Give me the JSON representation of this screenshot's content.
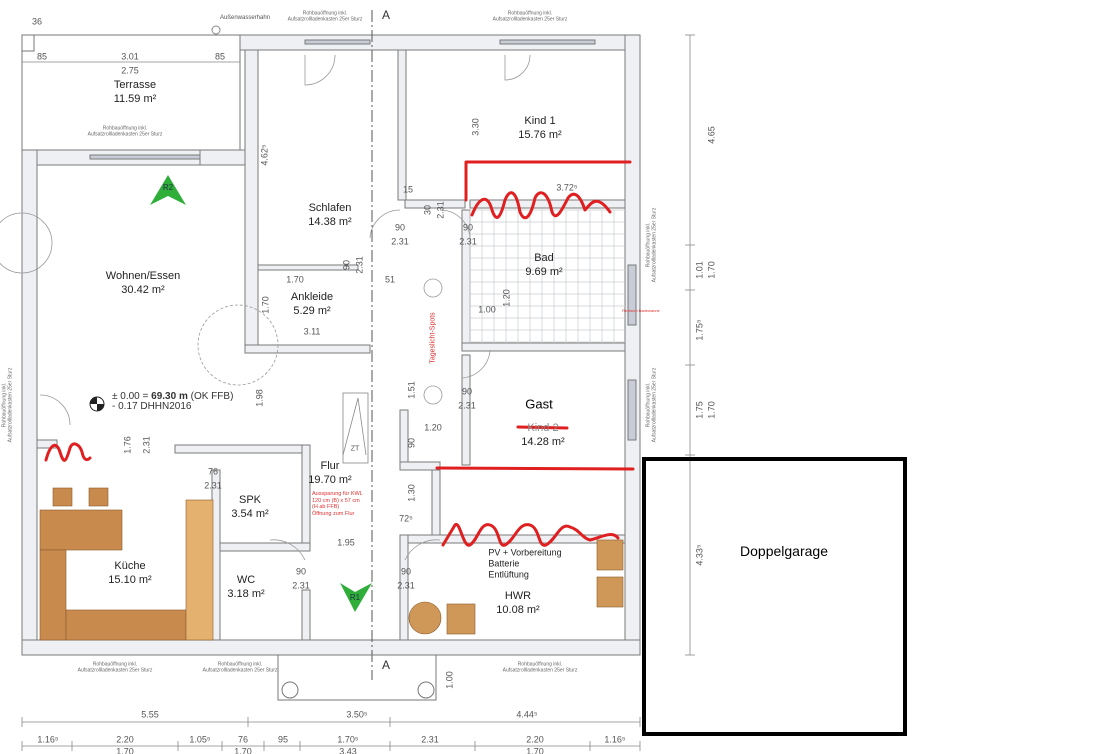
{
  "rooms": [
    {
      "name": "Terrasse",
      "area": "11.59 m²"
    },
    {
      "name": "Wohnen/Essen",
      "area": "30.42 m²"
    },
    {
      "name": "Schlafen",
      "area": "14.38 m²"
    },
    {
      "name": "Ankleide",
      "area": "5.29 m²"
    },
    {
      "name": "Kind 1",
      "area": "15.76 m²"
    },
    {
      "name": "Bad",
      "area": "9.69 m²"
    },
    {
      "name": "Kind 2",
      "area": "14.28 m²"
    },
    {
      "name": "Flur",
      "area": "19.70 m²"
    },
    {
      "name": "SPK",
      "area": "3.54 m²"
    },
    {
      "name": "Küche",
      "area": "15.10 m²"
    },
    {
      "name": "WC",
      "area": "3.18 m²"
    },
    {
      "name": "HWR",
      "area": "10.08 m²"
    }
  ],
  "annotations": {
    "guest_label": "Gast",
    "garage_label": "Doppelgarage",
    "hwr_note": [
      "PV + Vorbereitung",
      "Batterie",
      "Entlüftung"
    ],
    "flur_note": [
      "Aussparung für KWL",
      "120 cm (B) x 57 cm",
      "(H ab FFB)",
      "Öffnung zum Flur"
    ],
    "spots_note": "Tageslicht-Spots",
    "bath_note": "Revision Badewanne"
  },
  "labels": {
    "water_tap": "Außenwasserhahn",
    "window_note": "Rohbauöffnung inkl. Aufsatzrollladenkasten 25er Sturz",
    "section": "A",
    "marker_r1": "R1",
    "marker_r2": "R2",
    "marker_zt": "ZT",
    "elevation_prefix": "± 0.00 = ",
    "elevation_value": "69.30 m",
    "elevation_suffix": " (OK FFB)",
    "elevation_line2": "- 0.17 DHHN2016"
  },
  "dims": [
    "36",
    "85",
    "3.01",
    "85",
    "2.75",
    "4.62⁵",
    "3.30",
    "3.72⁵",
    "15",
    "30",
    "2.31",
    "90",
    "2.31",
    "90",
    "2.31",
    "90",
    "2.31",
    "51",
    "1.70",
    "3.11",
    "1.70",
    "1.20",
    "1.00",
    "1.51",
    "90",
    "2.31",
    "1.20",
    "90",
    "1.98",
    "1.76",
    "2.31",
    "76",
    "2.31",
    "1.30",
    "72⁵",
    "1.95",
    "90",
    "2.31",
    "90",
    "2.31",
    "1.00",
    "4.65",
    "1.01",
    "1.70",
    "1.75⁵",
    "1.75",
    "1.70",
    "4.33⁵",
    "5.55",
    "3.50⁵",
    "4.44⁵",
    "1.16⁵",
    "2.20",
    "1.05⁵",
    "76",
    "95",
    "1.70⁵",
    "2.31",
    "2.20",
    "1.16⁵",
    "1.70",
    "1.70",
    "3.43",
    "1.70"
  ]
}
